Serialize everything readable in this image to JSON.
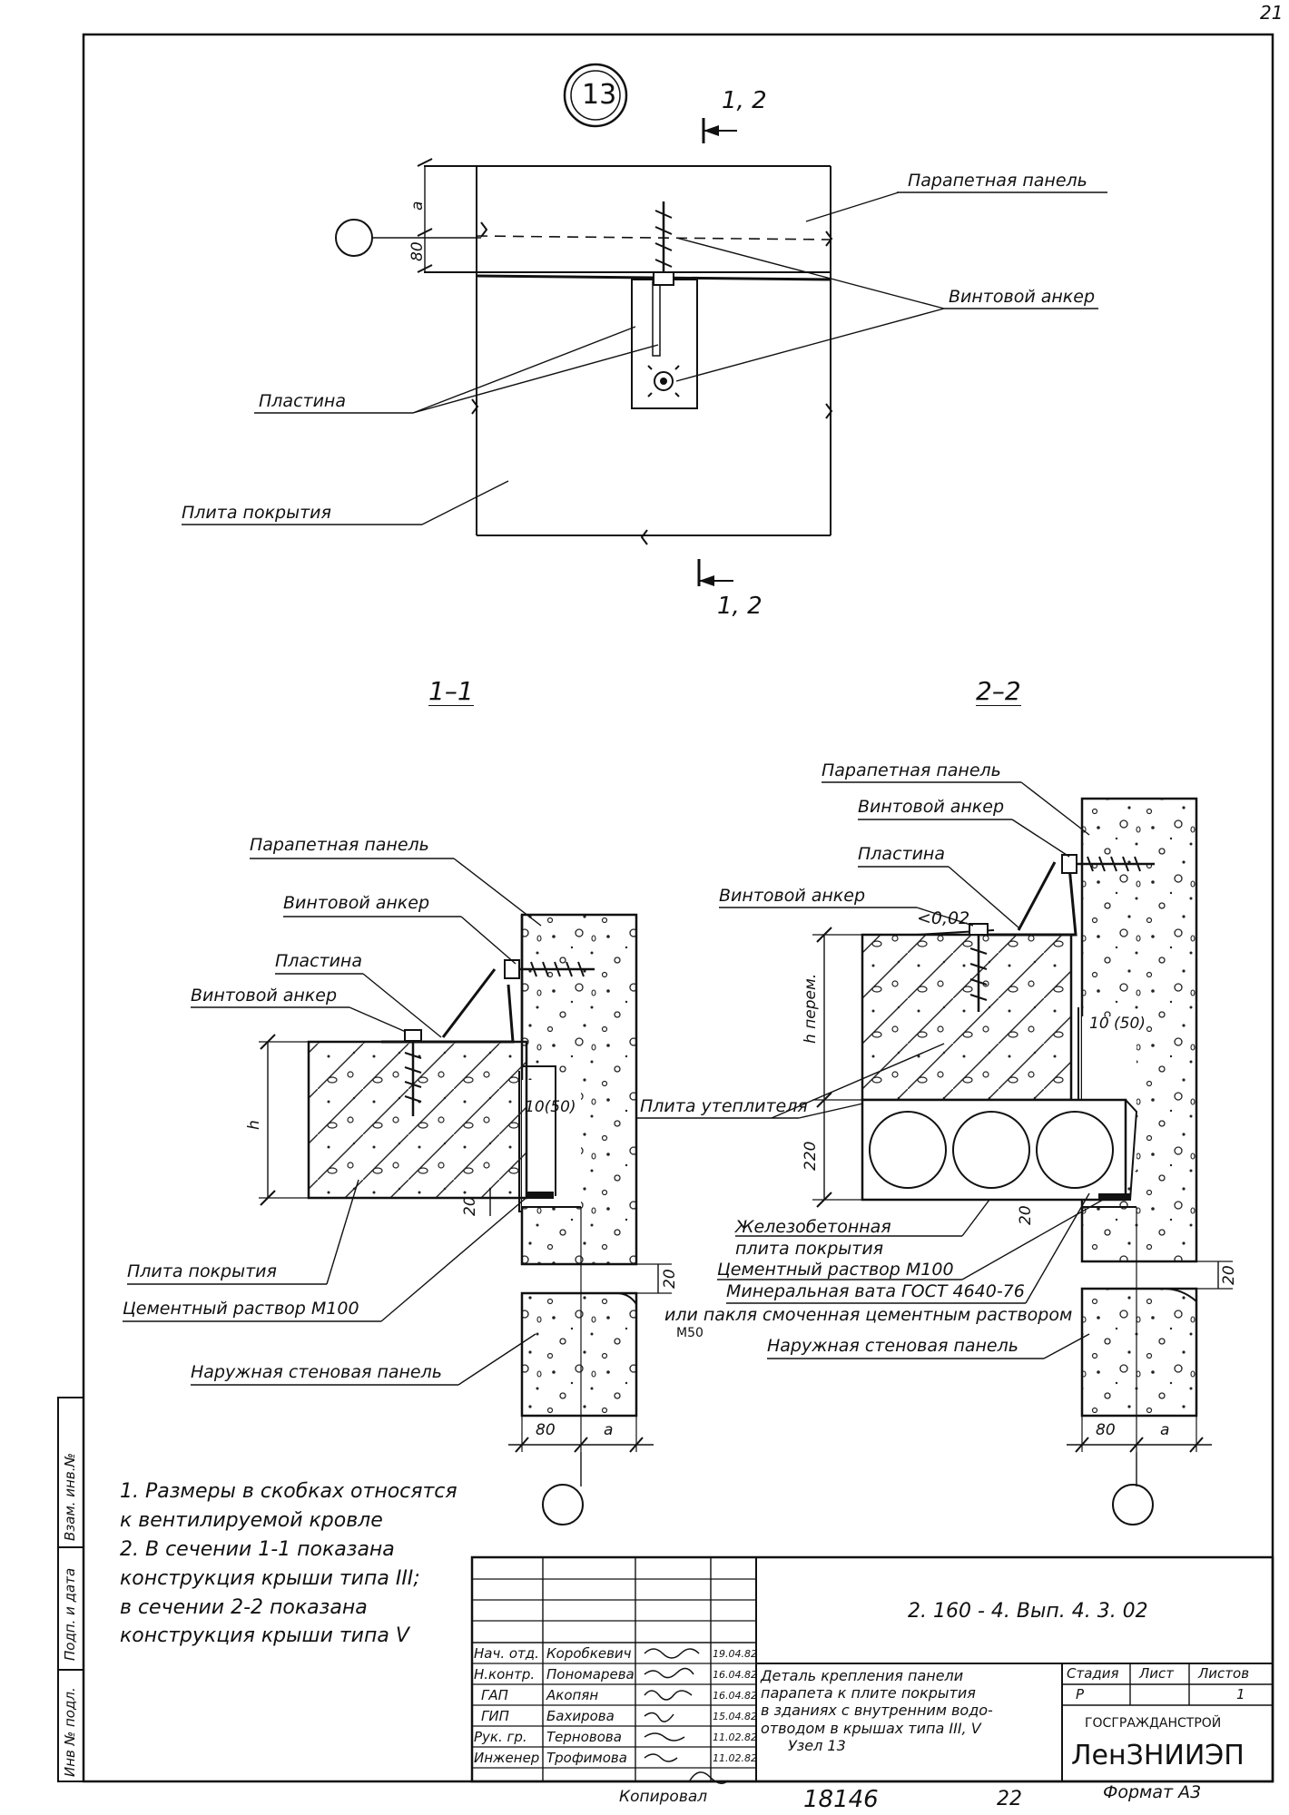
{
  "sheet": {
    "page_number": "21",
    "node_number": "13",
    "format": "Формат А3",
    "copied_by": "Копировал",
    "copy_number": "18146",
    "sheet_counter": "22"
  },
  "plan": {
    "section_mark_top": "1, 2",
    "section_mark_bottom": "1, 2",
    "labels": {
      "parapet_panel": "Парапетная   панель",
      "screw_anchor": "Винтовой  анкер",
      "plate": "Пластина",
      "roof_slab": "Плита  покрытия"
    },
    "dims": {
      "a": "a",
      "d80": "80"
    }
  },
  "section_1": {
    "title": "1–1",
    "labels": {
      "parapet_panel": "Парапетная   панель",
      "screw_anchor_top": "Винтовой  анкер",
      "plate": "Пластина",
      "screw_anchor": "Винтовой  анкер",
      "roof_slab": "Плита   покрытия",
      "cement_mortar": "Цементный раствор М100",
      "outer_wall_panel": "Наружная  стеновая  панель"
    },
    "dims": {
      "h": "h",
      "gap": "10(50)",
      "d20": "20",
      "d20b": "20",
      "d80": "80",
      "a": "a"
    }
  },
  "section_2": {
    "title": "2–2",
    "labels": {
      "parapet_panel": "Парапетная   панель",
      "screw_anchor_top": "Винтовой  анкер",
      "plate": "Пластина",
      "screw_anchor": "Винтовой  анкер",
      "slope": "<0,02",
      "insulation_slab": "Плита  утеплителя",
      "rc_slab_1": "Железобетонная",
      "rc_slab_2": "плита   покрытия",
      "cement_mortar": "Цементный  раствор  М100",
      "mineral_wool": "Минеральная  вата  ГОСТ 4640-76",
      "or_oakum": "или  пакля  смоченная цементным раствором",
      "m50": "М50",
      "outer_wall_panel": "Наружная  стеновая  панель"
    },
    "dims": {
      "h_var": "h перем.",
      "gap": "10 (50)",
      "d220": "220",
      "d20": "20",
      "d20b": "20",
      "d80": "80",
      "a": "a"
    }
  },
  "notes": [
    "1. Размеры  в  скобках  относятся",
    "   к  вентилируемой   кровле",
    "2.  В сечении  1-1   показана",
    "   конструкция   крыши  типа  III;",
    "   в  сечении  2-2   показана",
    "   конструкция   крыши  типа  V"
  ],
  "side_stamp": {
    "inv_orig": "Инв № подл.",
    "sign_date": "Подп.  и  дата",
    "inv_replaced": "Взам. инв.№"
  },
  "title_block": {
    "code": "2. 160 - 4.  Вып.  4. 3.  02",
    "description": [
      "Деталь  крепления  панели",
      "парапета  к  плите  покрытия",
      "в  зданиях  с  внутренним  водо-",
      "отводом  в  крышах  типа  III, V",
      "Узел 13"
    ],
    "stage_header": "Стадия",
    "sheet_header": "Лист",
    "sheets_header": "Листов",
    "stage": "Р",
    "sheet": "",
    "sheets": "1",
    "org1": "ГОСГРАЖДАНСТРОЙ",
    "org2": "ЛенЗНИИЭП",
    "staff": [
      {
        "role": "Нач. отд.",
        "name": "Коробкевич",
        "date": "19.04.82"
      },
      {
        "role": "Н.контр.",
        "name": "Пономарева",
        "date": "16.04.82"
      },
      {
        "role": "ГАП",
        "name": "Акопян",
        "date": "16.04.82"
      },
      {
        "role": "ГИП",
        "name": "Бахирова",
        "date": "15.04.82"
      },
      {
        "role": "Рук. гр.",
        "name": "Терновова",
        "date": "11.02.82"
      },
      {
        "role": "Инженер",
        "name": "Трофимова",
        "date": "11.02.82"
      }
    ]
  }
}
